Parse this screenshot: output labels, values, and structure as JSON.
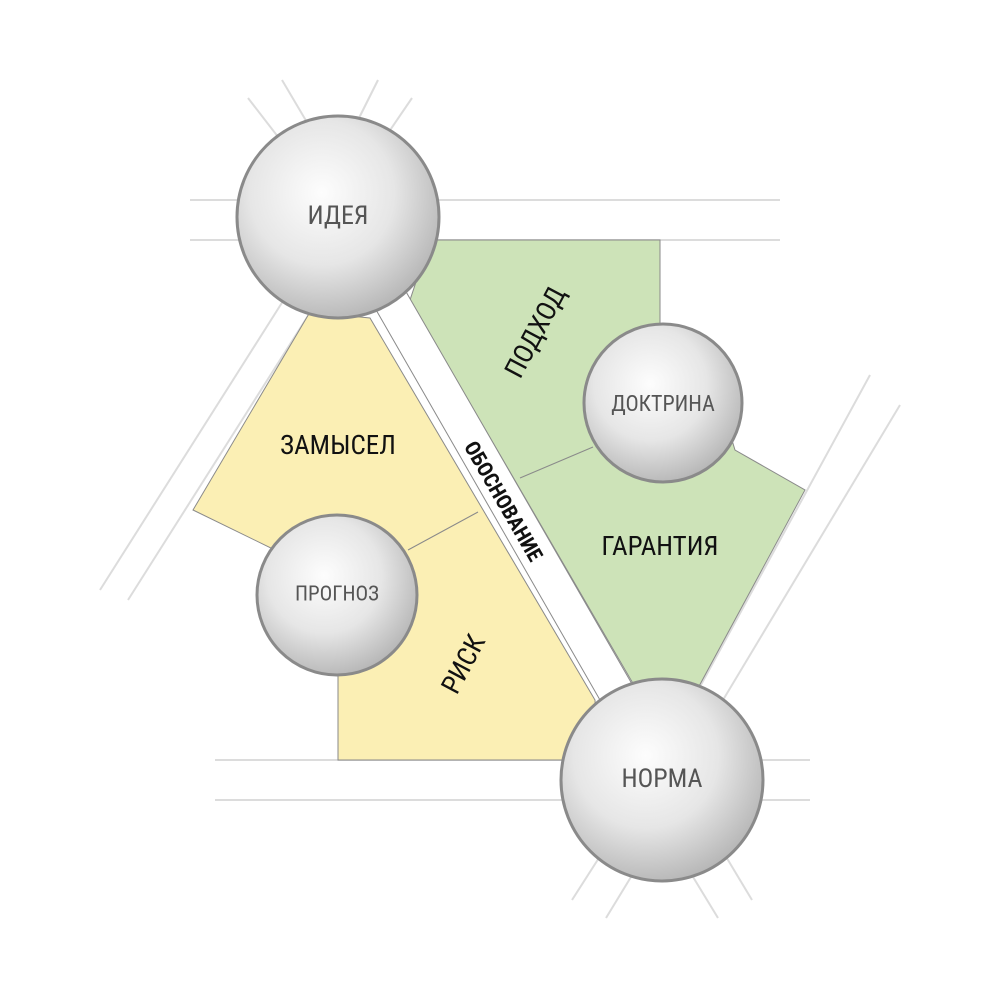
{
  "nodes": {
    "idea": "ИДЕЯ",
    "doctrine": "ДОКТРИНА",
    "forecast": "ПРОГНОЗ",
    "norm": "НОРМА"
  },
  "regions": {
    "approach": "ПОДХОД",
    "guarantee": "ГАРАНТИЯ",
    "intent": "ЗАМЫСЕЛ",
    "risk": "РИСК"
  },
  "band": {
    "label": "ОБОСНОВАНИЕ"
  },
  "colors": {
    "green": "#cde3b8",
    "yellow": "#fbefb4",
    "band": "#ffffff",
    "sphere_light": "#fafafa",
    "sphere_dark": "#b9b9b9",
    "outline": "#8a8a8a"
  }
}
